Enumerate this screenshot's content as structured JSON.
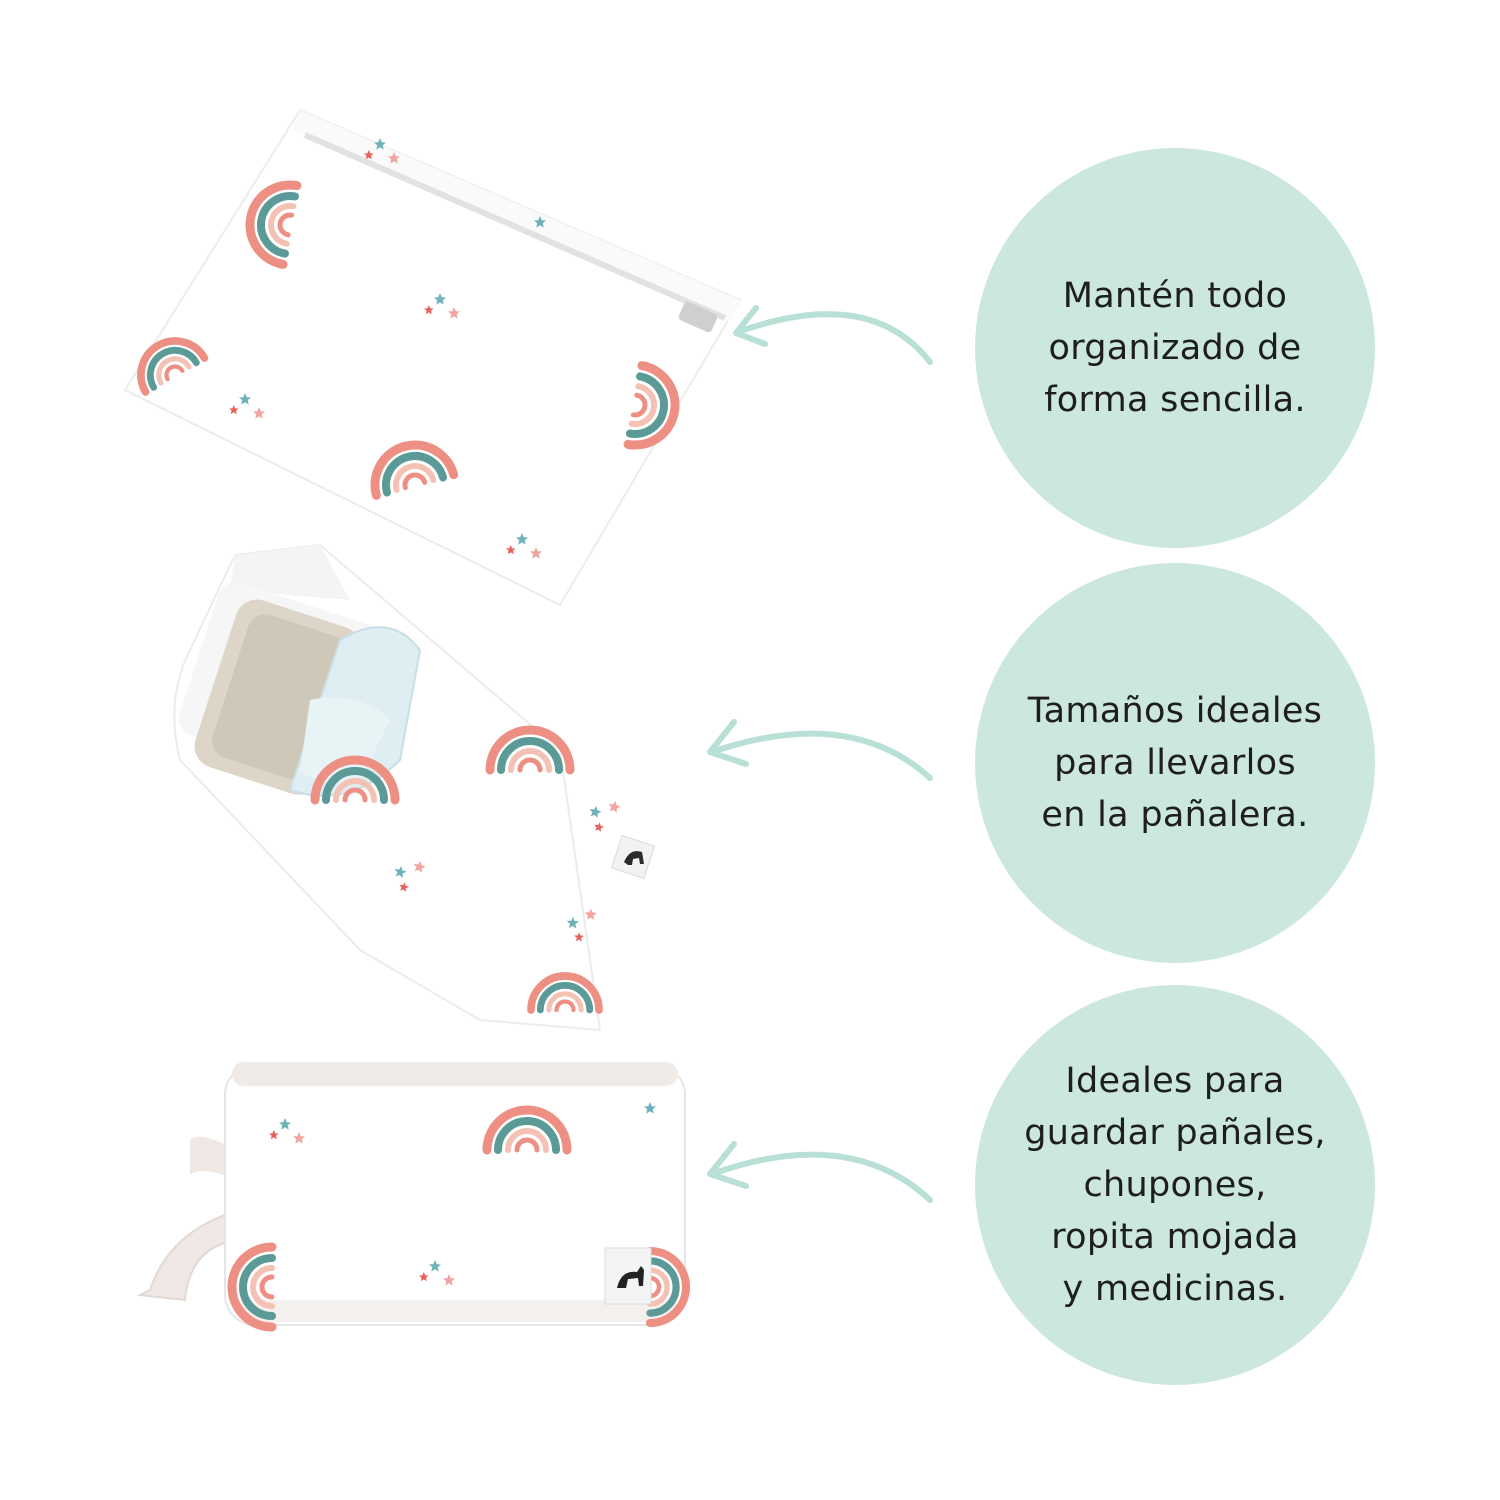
{
  "colors": {
    "circle_bg": "#cbe7df",
    "arrow": "#b9e0d6",
    "rainbow_pink": "#ee8f84",
    "rainbow_teal": "#5c9a97",
    "rainbow_peach": "#f3c2b4",
    "star_teal": "#6fb3ba",
    "star_pink": "#f0a5a0",
    "star_red": "#e8625d"
  },
  "features": [
    {
      "lines": [
        "Mantén todo",
        "organizado de",
        "forma sencilla."
      ]
    },
    {
      "lines": [
        "Tamaños ideales",
        "para llevarlos",
        "en la pañalera."
      ]
    },
    {
      "lines": [
        "Ideales para",
        "guardar pañales,",
        "chupones,",
        "ropita mojada",
        "y medicinas."
      ]
    }
  ],
  "products": [
    {
      "icon": "wet-bag-image"
    },
    {
      "icon": "wipes-pouch-image"
    },
    {
      "icon": "toiletry-bag-image"
    }
  ]
}
